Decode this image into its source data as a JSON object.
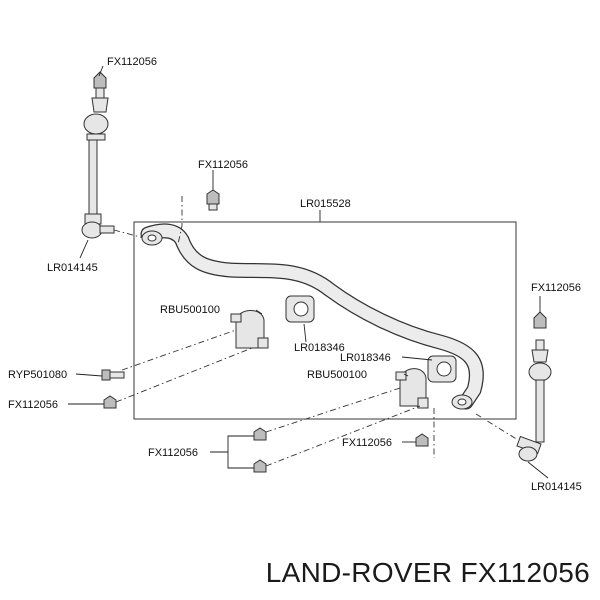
{
  "labels": {
    "fx_top_link": "FX112056",
    "fx_top_mid": "FX112056",
    "bar": "LR015528",
    "link_left": "LR014145",
    "fx_right_top": "FX112056",
    "rbu_left": "RBU500100",
    "lr018346_left": "LR018346",
    "lr018346_right": "LR018346",
    "rbu_right": "RBU500100",
    "ryp": "RYP501080",
    "fx_left_bolt": "FX112056",
    "fx_bottom_group": "FX112056",
    "fx_bottom_mid": "FX112056",
    "link_right": "LR014145"
  },
  "brand_caption": "LAND-ROVER FX112056"
}
